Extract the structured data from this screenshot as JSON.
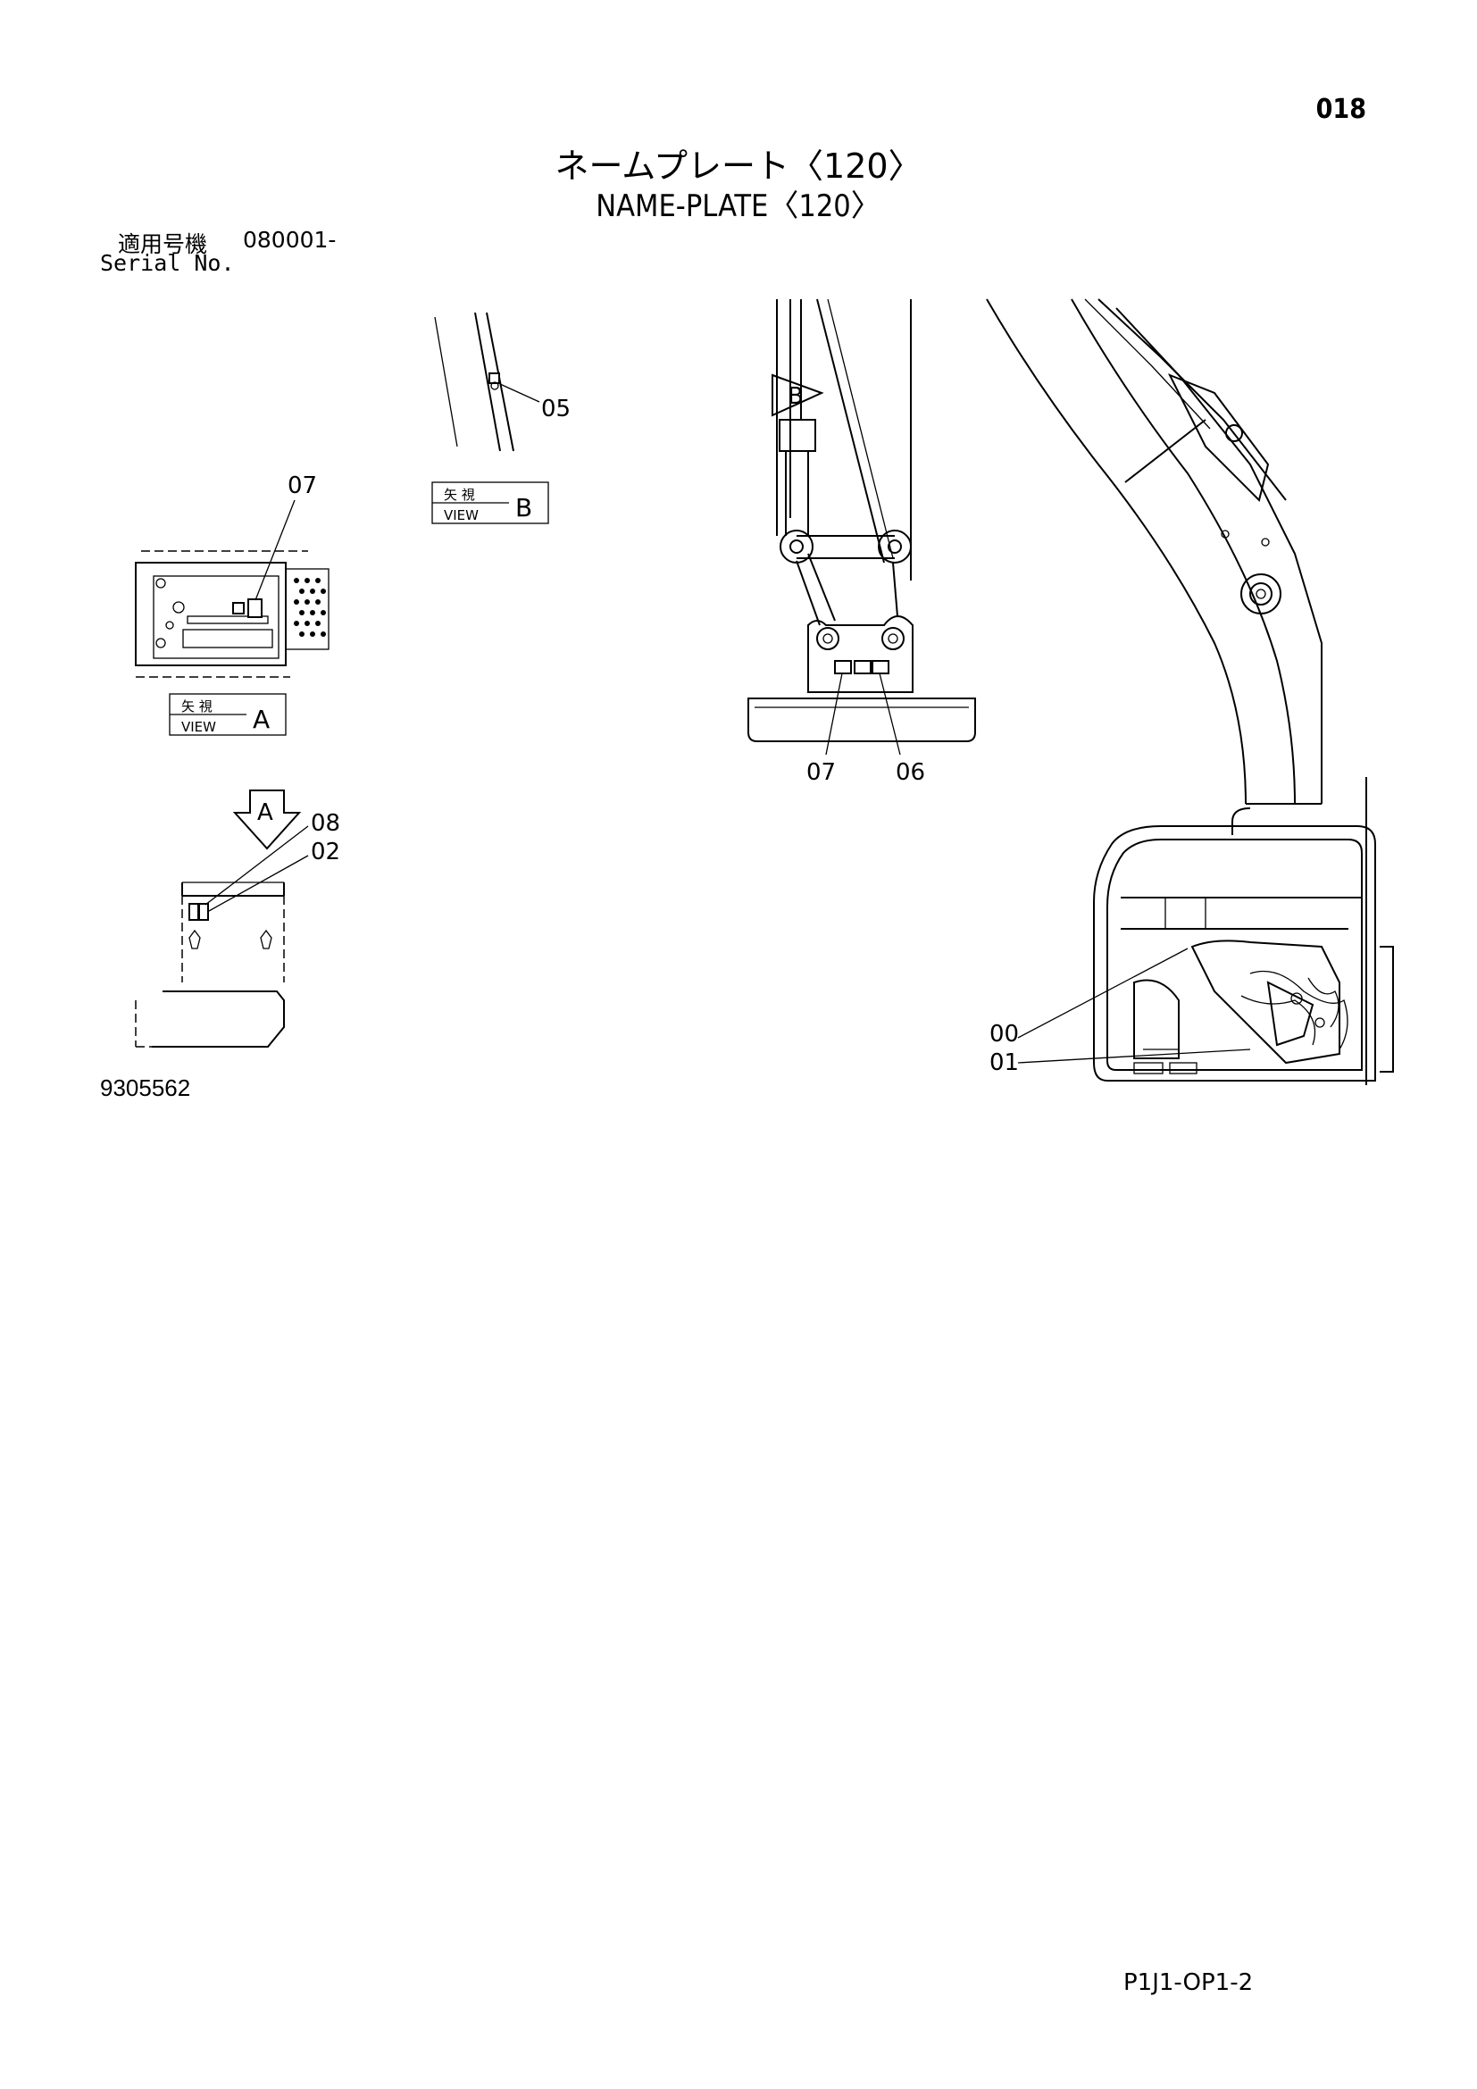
{
  "page": {
    "number": "018",
    "title_jp": "ネームプレート〈120〉",
    "title_en": "NAME-PLATE〈120〉",
    "serial_label_jp": "適用号機",
    "serial_value": "080001-",
    "serial_label_en": "Serial No.",
    "drawing_number": "9305562",
    "footer_code": "P1J1-OP1-2"
  },
  "views": {
    "b_label_jp": "矢 視",
    "b_label_en": "VIEW",
    "b_letter": "B",
    "a_label_jp": "矢 視",
    "a_label_en": "VIEW",
    "a_letter": "A",
    "a_arrow_letter": "A",
    "b_arrow_letter": "B"
  },
  "callouts": {
    "c05": "05",
    "c07_viewA": "07",
    "c08": "08",
    "c02": "02",
    "c07_boom": "07",
    "c06": "06",
    "c00": "00",
    "c01": "01"
  }
}
